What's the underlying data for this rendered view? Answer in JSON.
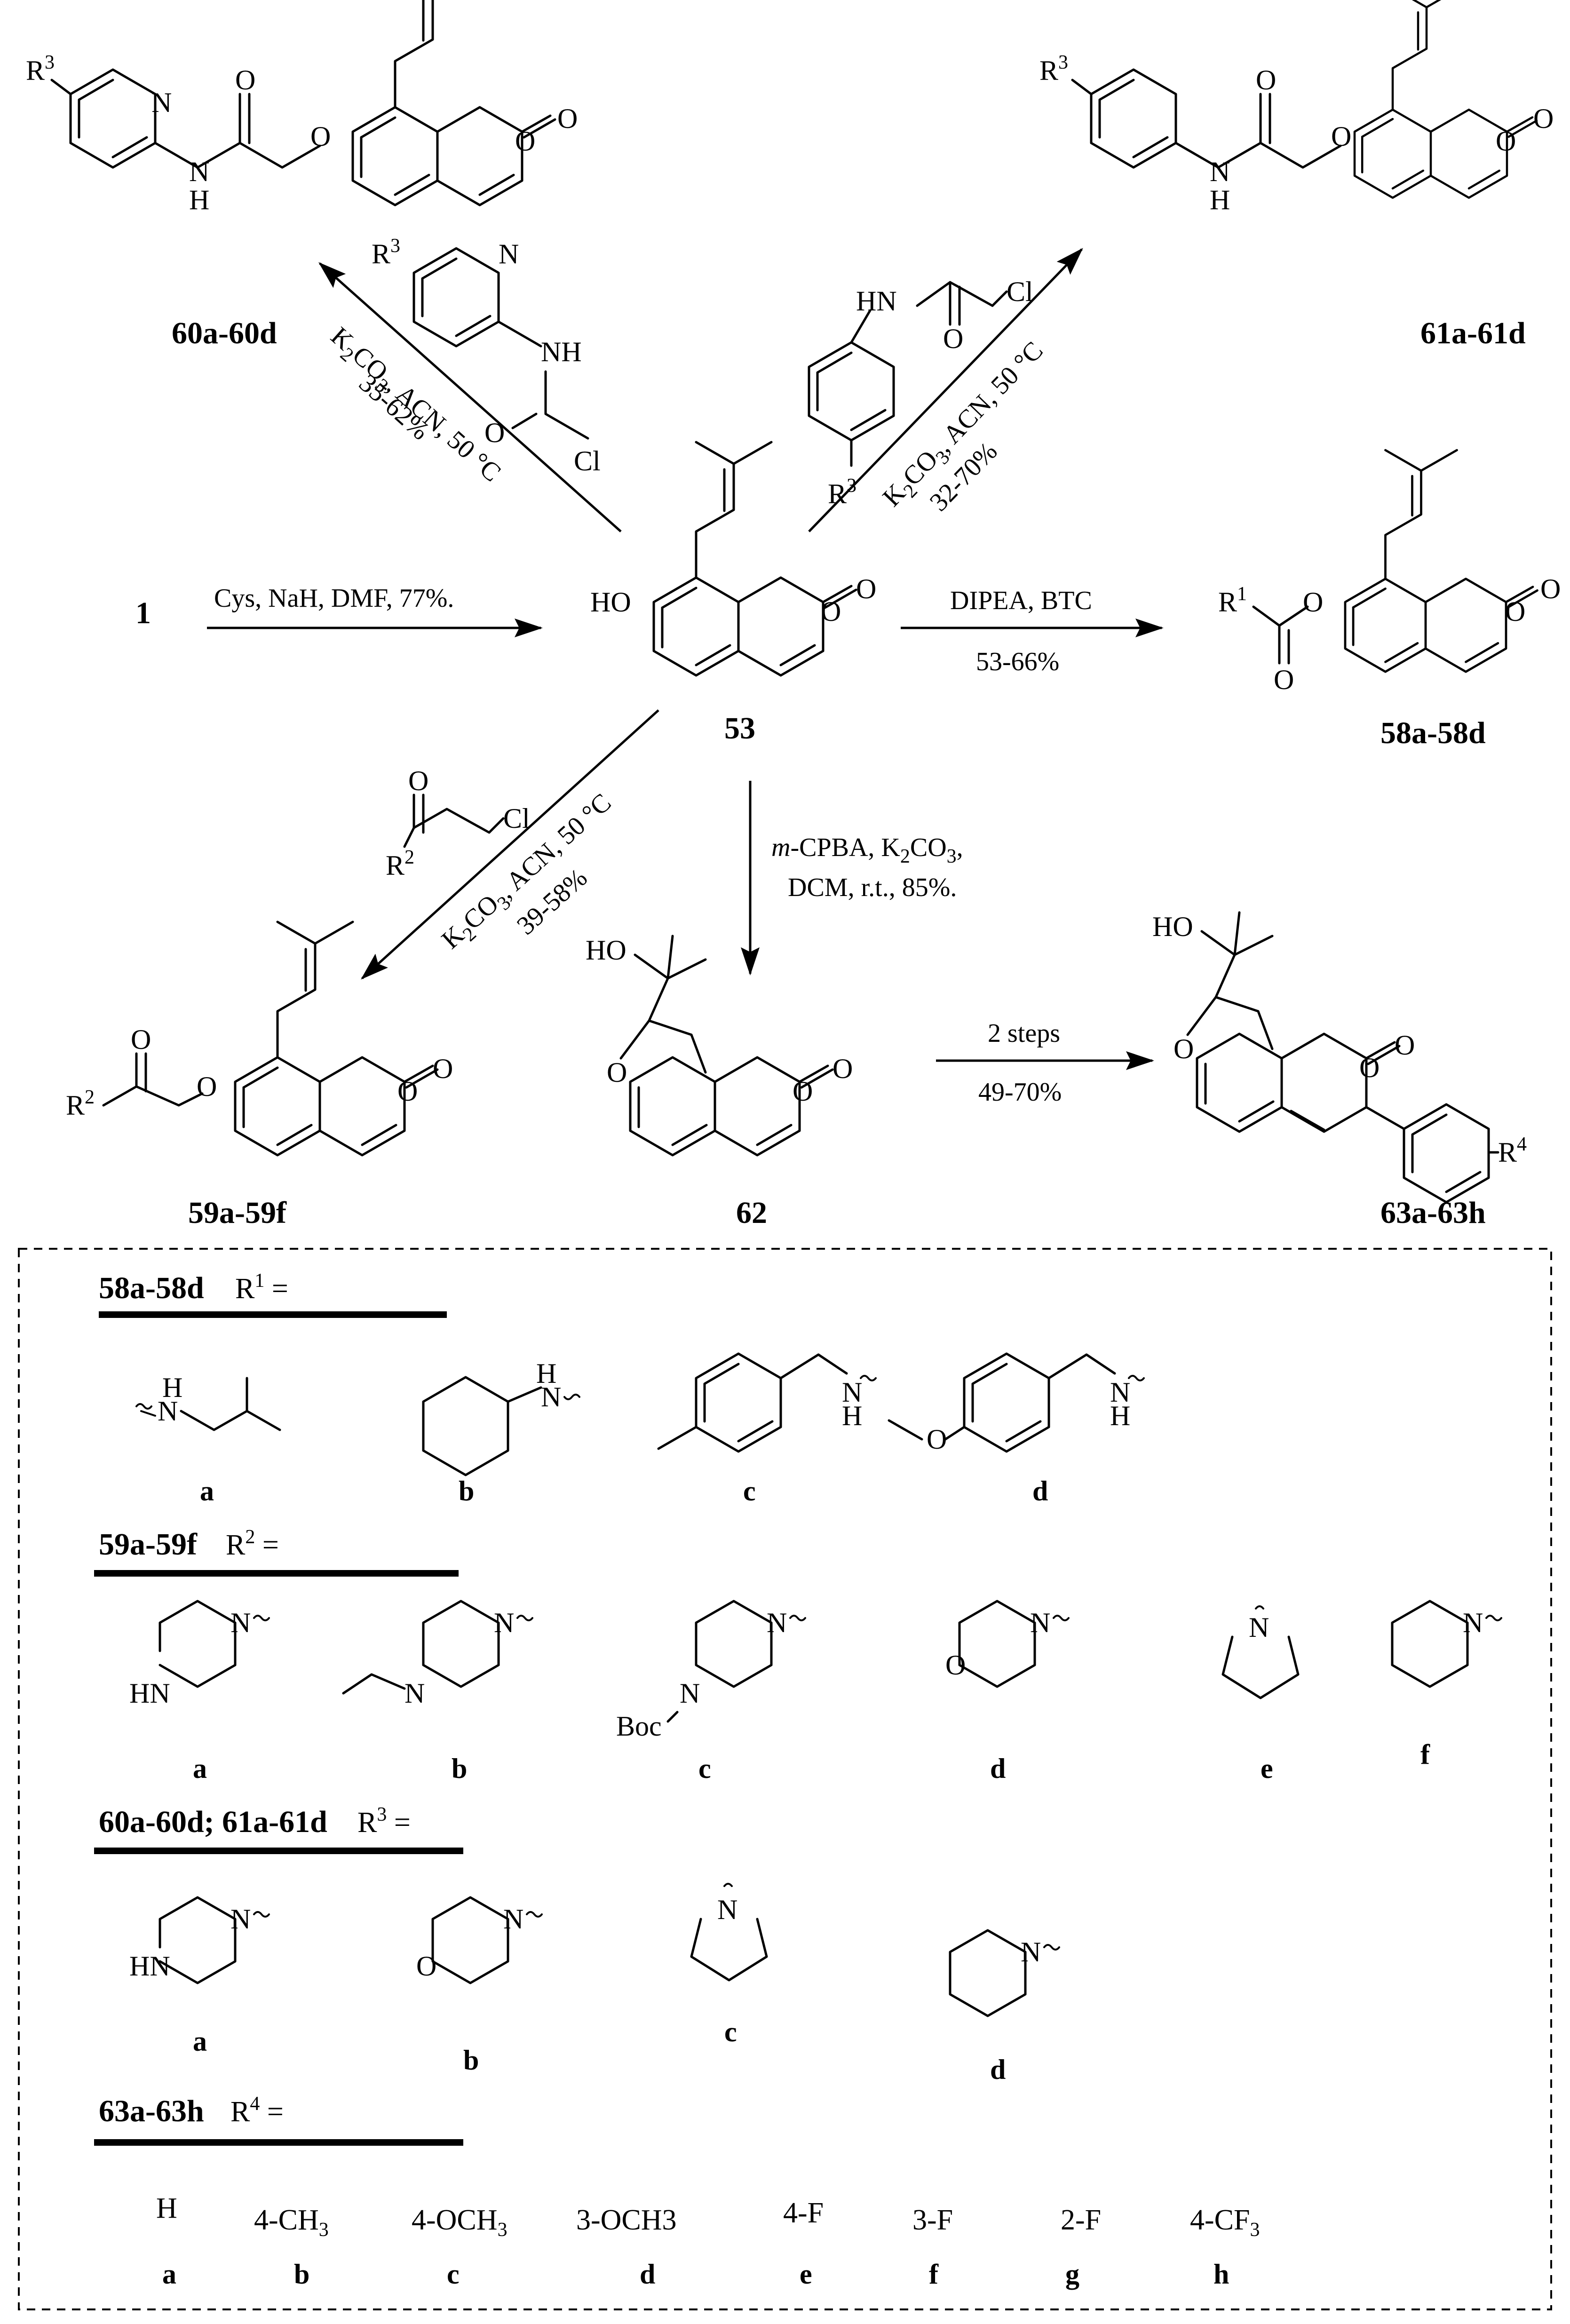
{
  "compounds": {
    "start": "1",
    "core": "53",
    "c58": "58a-58d",
    "c59": "59a-59f",
    "c60": "60a-60d",
    "c61": "61a-61d",
    "c62": "62",
    "c63": "63a-63h"
  },
  "conditions": {
    "to53": "Cys, NaH, DMF, 77%.",
    "to58_top": "DIPEA, BTC",
    "to58_bottom": "53-66%",
    "to60_line1": "K2CO3, ACN, 50 °C",
    "to60_line2": "35-62%",
    "to61_line1": "K2CO3, ACN, 50 °C",
    "to61_line2": "32-70%",
    "to59_line1": "K2CO3, ACN, 50 °C",
    "to59_line2": "39-58%",
    "to62_line1": "m-CPBA, K2CO3,",
    "to62_line2": "DCM, r.t., 85%.",
    "to63_top": "2 steps",
    "to63_bottom": "49-70%"
  },
  "tables": {
    "r1": {
      "header": "58a-58d",
      "rgroup": "R1 =",
      "letters": [
        "a",
        "b",
        "c",
        "d"
      ]
    },
    "r2": {
      "header": "59a-59f",
      "rgroup": "R2 =",
      "letters": [
        "a",
        "b",
        "c",
        "d",
        "e",
        "f"
      ],
      "boc": "Boc"
    },
    "r3": {
      "header": "60a-60d; 61a-61d",
      "rgroup": "R3 =",
      "letters": [
        "a",
        "b",
        "c",
        "d"
      ]
    },
    "r4": {
      "header": "63a-63h",
      "rgroup": "R4 =",
      "substituents": [
        "H",
        "4-CH3",
        "4-OCH3",
        "3-OCH3",
        "4-F",
        "3-F",
        "2-F",
        "4-CF3"
      ],
      "letters": [
        "a",
        "b",
        "c",
        "d",
        "e",
        "f",
        "g",
        "h"
      ]
    }
  },
  "atoms": {
    "O": "O",
    "N": "N",
    "H": "H",
    "Cl": "Cl",
    "NH": "NH",
    "HN": "HN",
    "HO": "HO",
    "R3": "R3",
    "R2": "R2",
    "R1": "R1",
    "R4": "R4"
  }
}
